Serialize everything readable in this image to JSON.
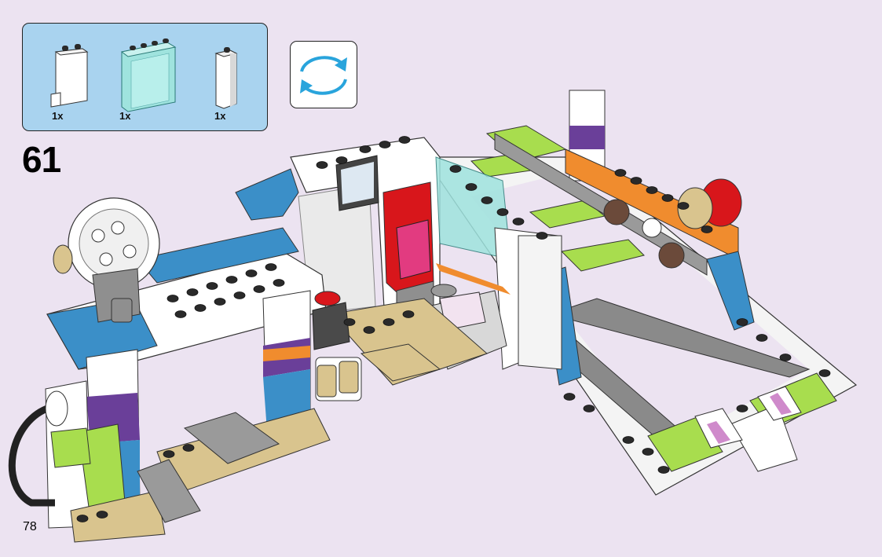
{
  "step": {
    "number": "61"
  },
  "page": {
    "number": "78"
  },
  "parts": [
    {
      "icon": "white-panel-brick-icon",
      "qty": "1x"
    },
    {
      "icon": "trans-light-blue-panel-icon",
      "qty": "1x"
    },
    {
      "icon": "white-column-brick-icon",
      "qty": "1x"
    }
  ],
  "rotate": {
    "icon": "rotate-model-icon"
  },
  "colors": {
    "background": "#ece3f1",
    "parts_box": "#a9d3ef",
    "arrow": "#29a4dc",
    "lime": "#a8dd4e",
    "azure": "#3b8fc8",
    "orange": "#f08c2e",
    "purple": "#6a3f99",
    "red": "#d8161b",
    "tan": "#d9c48e",
    "gray": "#8f8f8f"
  }
}
